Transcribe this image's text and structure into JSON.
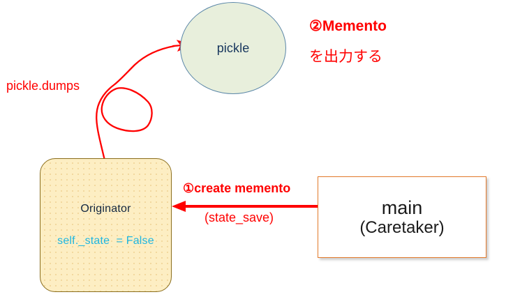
{
  "diagram": {
    "title": "Memento pattern - pickle serialization flow",
    "background_color": "#ffffff",
    "nodes": {
      "pickle": {
        "label": "pickle",
        "shape": "ellipse",
        "fill_color": "#e8efdc",
        "border_color": "#5b87a8",
        "text_color": "#17365d"
      },
      "originator": {
        "title": "Originator",
        "state": "self._state  = False",
        "shape": "rounded-rectangle",
        "fill_color": "#fdeec3",
        "border_color": "#8a6d1b",
        "title_color": "#12263f",
        "state_color": "#1fb6e0"
      },
      "main": {
        "line1": "main",
        "line2": "(Caretaker)",
        "shape": "rectangle",
        "fill_color": "#ffffff",
        "border_color": "#e2792a",
        "text_color": "#1a1a1a"
      }
    },
    "annotations": {
      "memento_line1": "②Memento",
      "memento_line2": "を出力する",
      "pickle_dumps": "pickle.dumps",
      "create_memento": "①create memento",
      "state_save": "(state_save)",
      "color": "#ff0000"
    },
    "arrows": {
      "main_to_originator": {
        "label_above": "①create memento",
        "label_below": "(state_save)",
        "direction": "right-to-left",
        "color": "#ff0000"
      },
      "originator_to_pickle": {
        "label": "pickle.dumps",
        "direction": "bottom-to-top",
        "style": "hand-drawn-curve-with-loop",
        "color": "#ff0000"
      }
    }
  }
}
